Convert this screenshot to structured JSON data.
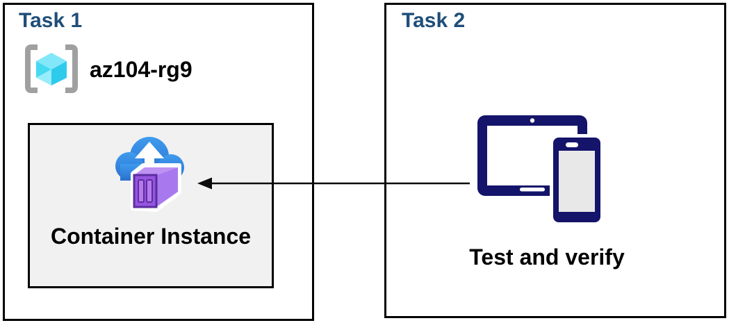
{
  "diagram": {
    "task1": {
      "title": "Task 1",
      "resource_group": {
        "name": "az104-rg9",
        "icon": "resource-group-icon"
      },
      "container_instance": {
        "label": "Container Instance",
        "icon": "container-instance-icon"
      }
    },
    "task2": {
      "title": "Task 2",
      "devices": {
        "label": "Test and verify",
        "icon": "devices-icon"
      }
    },
    "connector": {
      "type": "arrow",
      "from": "task2-devices",
      "to": "container-instance",
      "direction": "left"
    }
  },
  "colors": {
    "title_text": "#1F4E79",
    "body_text": "#000000",
    "box_border": "#000000",
    "container_box_bg": "#f1f1f1",
    "device_navy": "#14146B",
    "cloud_blue": "#2E82DD",
    "container_purple": "#9555E0",
    "container_purple_dark": "#5C2D9F",
    "cube_cyan": "#50DFF5",
    "bracket_gray": "#A0A0A0"
  }
}
